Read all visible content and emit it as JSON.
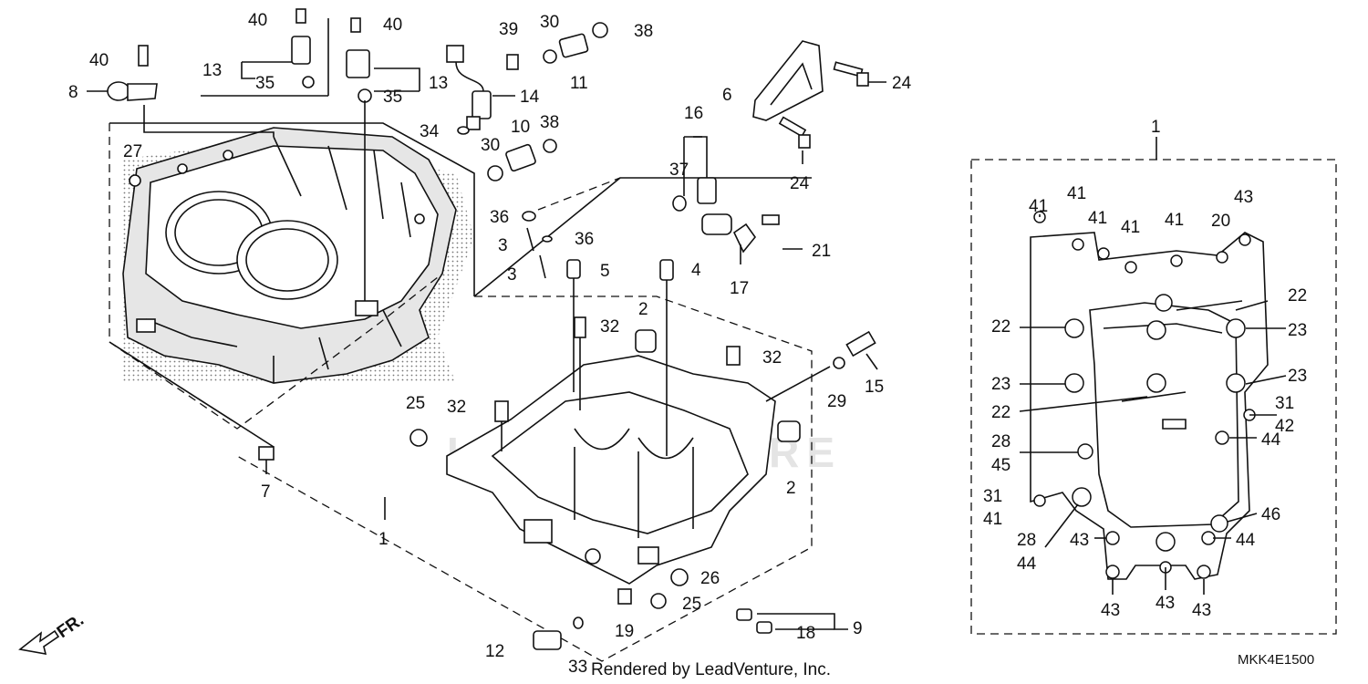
{
  "diagram": {
    "footer_text": "Rendered by LeadVenture, Inc.",
    "diagram_code": "MKK4E1500",
    "watermark": "LEADVENTURE",
    "front_arrow_label": "FR.",
    "part_labels": {
      "p40a": "40",
      "p40b": "40",
      "p40c": "40",
      "p13a": "13",
      "p35a": "35",
      "p8": "8",
      "p27": "27",
      "p35b": "35",
      "p13b": "13",
      "p39": "39",
      "p30a": "30",
      "p38a": "38",
      "p14": "14",
      "p11": "11",
      "p34": "34",
      "p30b": "30",
      "p10": "10",
      "p38b": "38",
      "p6": "6",
      "p24a": "24",
      "p24b": "24",
      "p16": "16",
      "p37": "37",
      "p21": "21",
      "p17": "17",
      "p36a": "36",
      "p36b": "36",
      "p3a": "3",
      "p3b": "3",
      "p5": "5",
      "p4": "4",
      "p2a": "2",
      "p32a": "32",
      "p32b": "32",
      "p32c": "32",
      "p25a": "25",
      "p7": "7",
      "p1a": "1",
      "p29": "29",
      "p15": "15",
      "p2b": "2",
      "p26": "26",
      "p25b": "25",
      "p19": "19",
      "p12": "12",
      "p33": "33",
      "p9": "9",
      "p18": "18",
      "p1b": "1",
      "r41a": "41",
      "r41b": "41",
      "r41c": "41",
      "r41d": "41",
      "r41e": "41",
      "r20": "20",
      "r43a": "43",
      "r22a": "22",
      "r22b": "22",
      "r22c": "22",
      "r23a": "23",
      "r23b": "23",
      "r23c": "23",
      "r31a": "31",
      "r42": "42",
      "r44a": "44",
      "r28a": "28",
      "r45": "45",
      "r31b": "31",
      "r41f": "41",
      "r46": "46",
      "r28b": "28",
      "r44b": "44",
      "r43b": "43",
      "r44c": "44",
      "r43c": "43",
      "r43d": "43",
      "r43e": "43"
    }
  }
}
